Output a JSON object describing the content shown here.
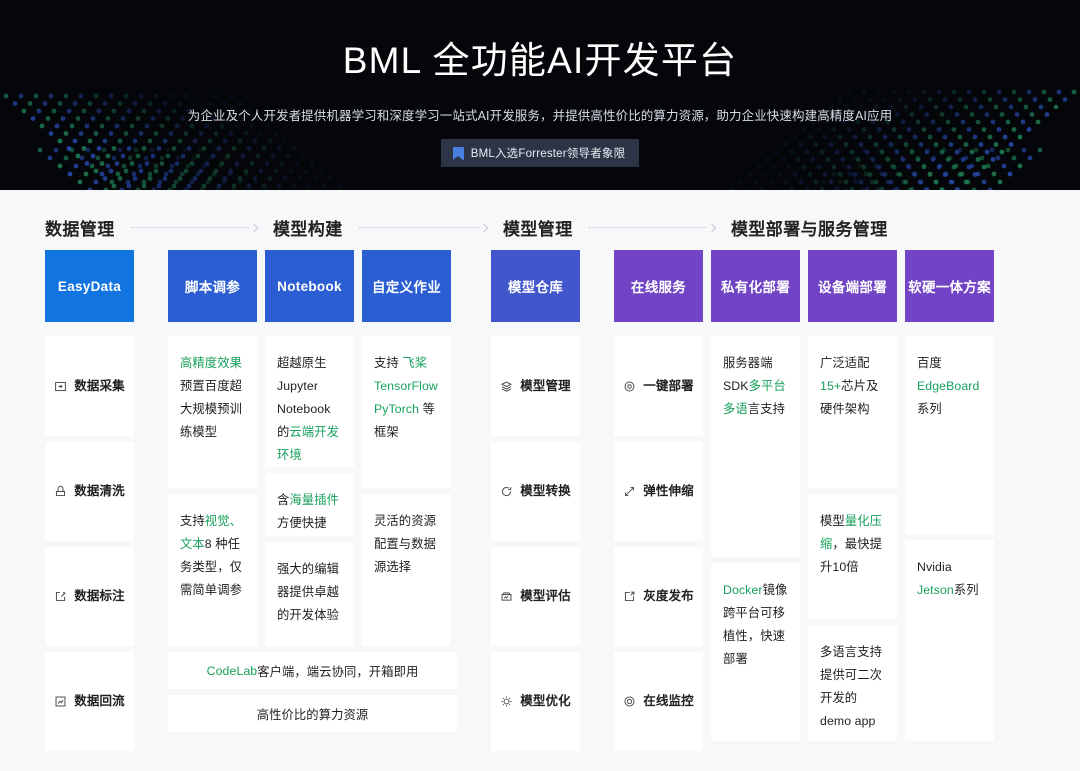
{
  "hero": {
    "title": "BML 全功能AI开发平台",
    "subtitle": "为企业及个人开发者提供机器学习和深度学习一站式AI开发服务，并提供高性价比的算力资源，助力企业快速构建高精度AI应用",
    "badge": "BML入选Forrester领导者象限",
    "badge_icon": "bookmark-icon",
    "bg_color": "#05060a",
    "dot_colors": [
      "#1f8a5a",
      "#2a4fb8"
    ]
  },
  "sections": [
    {
      "title": "数据管理"
    },
    {
      "title": "模型构建"
    },
    {
      "title": "模型管理"
    },
    {
      "title": "模型部署与服务管理"
    }
  ],
  "colors": {
    "easydata": "#1174e0",
    "build": "#2b5ed2",
    "repo": "#4256cc",
    "deploy": "#7044c4",
    "highlight": "#18a05c"
  },
  "columns": {
    "easydata": {
      "head": "EasyData",
      "items": [
        {
          "icon": "data-collect-icon",
          "label": "数据采集"
        },
        {
          "icon": "data-clean-icon",
          "label": "数据清洗"
        },
        {
          "icon": "data-annotate-icon",
          "label": "数据标注"
        },
        {
          "icon": "data-reflow-icon",
          "label": "数据回流"
        }
      ]
    },
    "script_tuning": {
      "head": "脚本调参",
      "cards": [
        [
          {
            "t": "高精度效果",
            "g": true
          },
          {
            "t": "预置百度超大规模预训练模型",
            "g": false
          }
        ],
        [
          {
            "t": "支持",
            "g": false
          },
          {
            "t": "视觉、文本",
            "g": true
          },
          {
            "t": "8 种任务类型，仅需简单调参",
            "g": false
          }
        ]
      ]
    },
    "notebook": {
      "head": "Notebook",
      "cards": [
        [
          {
            "t": "超越原生 Jupyter Notebook 的",
            "g": false
          },
          {
            "t": "云端开发环境",
            "g": true
          }
        ],
        [
          {
            "t": "含",
            "g": false
          },
          {
            "t": "海量插件",
            "g": true
          },
          {
            "t": "方便快捷",
            "g": false
          }
        ],
        [
          {
            "t": "强大的编辑器提供卓越的开发体验",
            "g": false
          }
        ]
      ]
    },
    "custom_job": {
      "head": "自定义作业",
      "cards": [
        [
          {
            "t": "支持 ",
            "g": false
          },
          {
            "t": "飞桨 TensorFlow PyTorch",
            "g": true
          },
          {
            "t": " 等框架",
            "g": false
          }
        ],
        [
          {
            "t": "灵活的资源配置与数据源选择",
            "g": false
          }
        ]
      ]
    },
    "model_repo": {
      "head": "模型仓库",
      "items": [
        {
          "icon": "layers-icon",
          "label": "模型管理"
        },
        {
          "icon": "convert-icon",
          "label": "模型转换"
        },
        {
          "icon": "evaluate-icon",
          "label": "模型评估"
        },
        {
          "icon": "optimize-icon",
          "label": "模型优化"
        }
      ]
    },
    "online_service": {
      "head": "在线服务",
      "items": [
        {
          "icon": "one-click-deploy-icon",
          "label": "一键部署"
        },
        {
          "icon": "elastic-scale-icon",
          "label": "弹性伸缩"
        },
        {
          "icon": "gray-release-icon",
          "label": "灰度发布"
        },
        {
          "icon": "online-monitor-icon",
          "label": "在线监控"
        }
      ]
    },
    "private_deploy": {
      "head": "私有化部署",
      "cards": [
        [
          {
            "t": "服务器端SDK",
            "g": false
          },
          {
            "t": "多平台多语",
            "g": true
          },
          {
            "t": "言支持",
            "g": false
          }
        ],
        [
          {
            "t": "Docker",
            "g": true
          },
          {
            "t": "镜像跨平台可移植性，快速部署",
            "g": false
          }
        ]
      ]
    },
    "device_deploy": {
      "head": "设备端部署",
      "cards": [
        [
          {
            "t": "广泛适配",
            "g": false
          },
          {
            "t": "15+",
            "g": true
          },
          {
            "t": "芯片及硬件架构",
            "g": false
          }
        ],
        [
          {
            "t": "模型",
            "g": false
          },
          {
            "t": "量化压缩",
            "g": true
          },
          {
            "t": "，最快提升10倍",
            "g": false
          }
        ],
        [
          {
            "t": "多语言支持提供可二次开发的demo app",
            "g": false
          }
        ]
      ]
    },
    "hw_sw": {
      "head": "软硬一体方案",
      "cards": [
        [
          {
            "t": "百度",
            "g": false
          },
          {
            "t": "EdgeBoard",
            "g": true
          },
          {
            "t": "系列",
            "g": false
          }
        ],
        [
          {
            "t": "Nvidia ",
            "g": false
          },
          {
            "t": "Jetson",
            "g": true
          },
          {
            "t": "系列",
            "g": false
          }
        ]
      ]
    }
  },
  "build_wide_cards": [
    [
      {
        "t": "CodeLab",
        "g": true
      },
      {
        "t": "客户端，端云协同，开箱即用",
        "g": false
      }
    ],
    [
      {
        "t": "高性价比的算力资源",
        "g": false
      }
    ]
  ]
}
